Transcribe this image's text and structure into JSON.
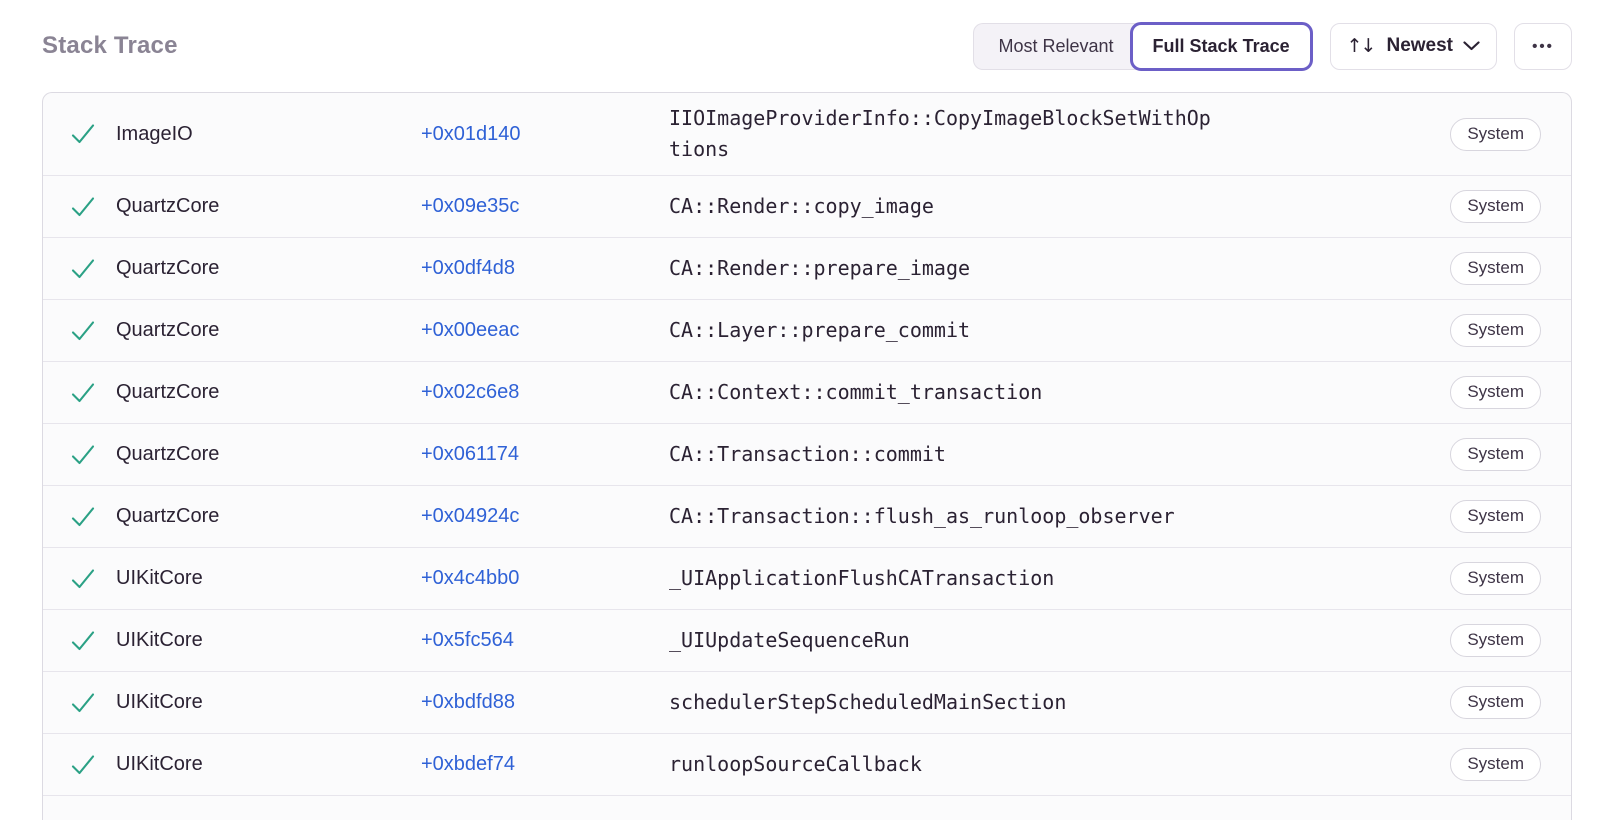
{
  "header": {
    "title": "Stack Trace",
    "controls": {
      "most_relevant_label": "Most Relevant",
      "full_stack_trace_label": "Full Stack Trace",
      "sort_label": "Newest",
      "sort_arrows_glyph": "↑↓",
      "more_glyph": "•••"
    }
  },
  "colors": {
    "accent_purple": "#6c5fc7",
    "link_blue": "#2f61d6",
    "success_green": "#2ba185",
    "title_gray": "#8a8494",
    "row_background": "#fbfbfc",
    "divider": "#e7e5ec"
  },
  "stack_trace": {
    "status_icon": "checkmark",
    "badge_label": "System",
    "frames": [
      {
        "module": "ImageIO",
        "offset": "+0x01d140",
        "function": "IIOImageProviderInfo::CopyImageBlockSetWithOptions",
        "badge": "System"
      },
      {
        "module": "QuartzCore",
        "offset": "+0x09e35c",
        "function": "CA::Render::copy_image",
        "badge": "System"
      },
      {
        "module": "QuartzCore",
        "offset": "+0x0df4d8",
        "function": "CA::Render::prepare_image",
        "badge": "System"
      },
      {
        "module": "QuartzCore",
        "offset": "+0x00eeac",
        "function": "CA::Layer::prepare_commit",
        "badge": "System"
      },
      {
        "module": "QuartzCore",
        "offset": "+0x02c6e8",
        "function": "CA::Context::commit_transaction",
        "badge": "System"
      },
      {
        "module": "QuartzCore",
        "offset": "+0x061174",
        "function": "CA::Transaction::commit",
        "badge": "System"
      },
      {
        "module": "QuartzCore",
        "offset": "+0x04924c",
        "function": "CA::Transaction::flush_as_runloop_observer",
        "badge": "System"
      },
      {
        "module": "UIKitCore",
        "offset": "+0x4c4bb0",
        "function": "_UIApplicationFlushCATransaction",
        "badge": "System"
      },
      {
        "module": "UIKitCore",
        "offset": "+0x5fc564",
        "function": "_UIUpdateSequenceRun",
        "badge": "System"
      },
      {
        "module": "UIKitCore",
        "offset": "+0xbdfd88",
        "function": "schedulerStepScheduledMainSection",
        "badge": "System"
      },
      {
        "module": "UIKitCore",
        "offset": "+0xbdef74",
        "function": "runloopSourceCallback",
        "badge": "System"
      }
    ]
  }
}
